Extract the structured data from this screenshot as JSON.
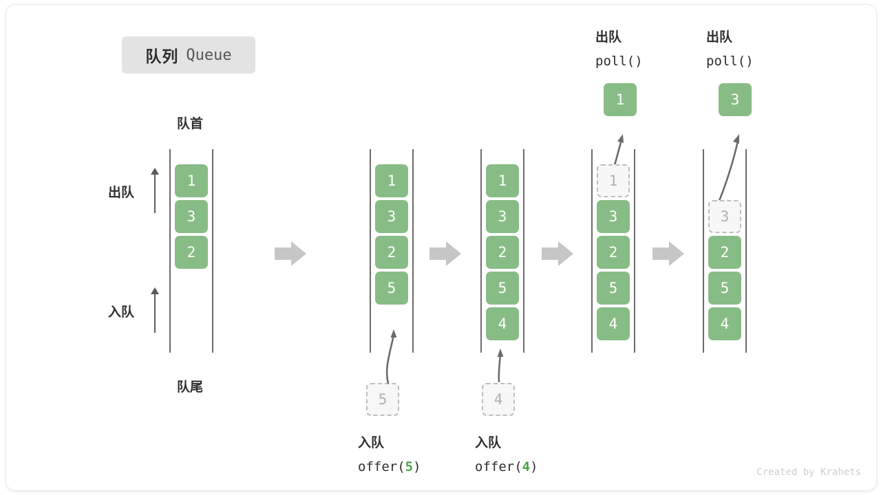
{
  "title": {
    "cn": "队列",
    "en": "Queue"
  },
  "labels": {
    "head": "队首",
    "tail": "队尾",
    "dequeue": "出队",
    "enqueue": "入队"
  },
  "credit": "Created by Krahets",
  "colors": {
    "element_fill": "#88bc86",
    "element_text": "#ffffff",
    "ghost_border": "#bdbdbd",
    "ghost_fill": "#f7f7f7",
    "ghost_text": "#b0b0b0",
    "rail": "#6b6b6b",
    "step_arrow": "#c6c6c6",
    "badge_bg": "#e3e3e3",
    "accent_green": "#4ba14b",
    "text": "#2d2d2d"
  },
  "columns": [
    {
      "id": "state-initial",
      "slots": [
        {
          "value": "1",
          "state": "filled"
        },
        {
          "value": "3",
          "state": "filled"
        },
        {
          "value": "2",
          "state": "filled"
        }
      ]
    },
    {
      "id": "state-after-offer-5",
      "slots": [
        {
          "value": "1",
          "state": "filled"
        },
        {
          "value": "3",
          "state": "filled"
        },
        {
          "value": "2",
          "state": "filled"
        },
        {
          "value": "5",
          "state": "filled"
        }
      ],
      "incoming": {
        "value": "5",
        "state": "ghost"
      },
      "caption": {
        "line1": "入队",
        "call_prefix": "offer(",
        "call_value": "5",
        "call_suffix": ")"
      }
    },
    {
      "id": "state-after-offer-4",
      "slots": [
        {
          "value": "1",
          "state": "filled"
        },
        {
          "value": "3",
          "state": "filled"
        },
        {
          "value": "2",
          "state": "filled"
        },
        {
          "value": "5",
          "state": "filled"
        },
        {
          "value": "4",
          "state": "filled"
        }
      ],
      "incoming": {
        "value": "4",
        "state": "ghost"
      },
      "caption": {
        "line1": "入队",
        "call_prefix": "offer(",
        "call_value": "4",
        "call_suffix": ")"
      }
    },
    {
      "id": "state-after-poll-1",
      "slots": [
        {
          "value": "1",
          "state": "ghost"
        },
        {
          "value": "3",
          "state": "filled"
        },
        {
          "value": "2",
          "state": "filled"
        },
        {
          "value": "5",
          "state": "filled"
        },
        {
          "value": "4",
          "state": "filled"
        }
      ],
      "outgoing": {
        "value": "1",
        "state": "filled"
      },
      "caption": {
        "line1": "出队",
        "line2": "poll()"
      }
    },
    {
      "id": "state-after-poll-3",
      "slots": [
        {
          "value": "",
          "state": "empty"
        },
        {
          "value": "3",
          "state": "ghost"
        },
        {
          "value": "2",
          "state": "filled"
        },
        {
          "value": "5",
          "state": "filled"
        },
        {
          "value": "4",
          "state": "filled"
        }
      ],
      "outgoing": {
        "value": "3",
        "state": "filled"
      },
      "caption": {
        "line1": "出队",
        "line2": "poll()"
      }
    }
  ]
}
